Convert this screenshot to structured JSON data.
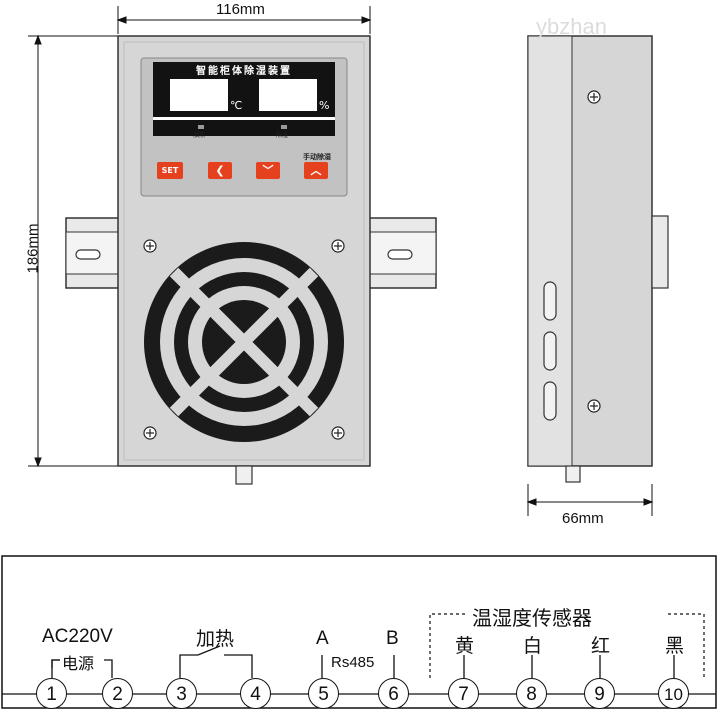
{
  "dimensions": {
    "width": "116mm",
    "height": "186mm",
    "depth": "66mm"
  },
  "panel": {
    "title": "智能柜体除湿装置",
    "unit_temp": "℃",
    "unit_humidity": "%",
    "indicator_left": "加热",
    "indicator_right": "除湿",
    "manual_label": "手动除湿",
    "set_label": "SET"
  },
  "watermark": "ybzhan",
  "wiring": {
    "power_label": "AC220V",
    "power_sub": "电源",
    "heater_label": "加热",
    "rs485_a": "A",
    "rs485_b": "B",
    "rs485_label": "Rs485",
    "sensor_label": "温湿度传感器",
    "sensor_wires": [
      "黄",
      "白",
      "红",
      "黑"
    ],
    "terminals": [
      "1",
      "2",
      "3",
      "4",
      "5",
      "6",
      "7",
      "8",
      "9",
      "10"
    ]
  },
  "colors": {
    "button_red": "#e5411f",
    "display_black": "#121212",
    "body_gray": "#d6d6d6"
  }
}
